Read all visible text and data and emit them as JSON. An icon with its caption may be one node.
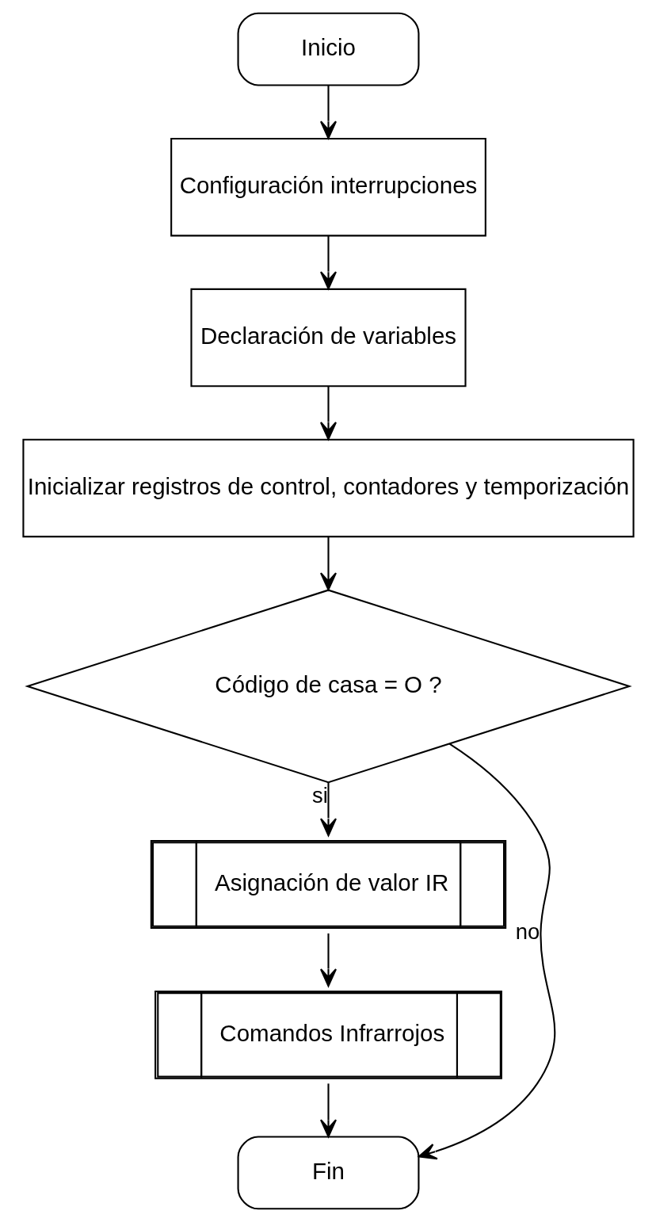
{
  "diagram": {
    "nodes": [
      {
        "text": [
          "Inicio"
        ]
      },
      {
        "text": [
          "Configuración interrupciones"
        ]
      },
      {
        "text": [
          "Declaración de variables"
        ]
      },
      {
        "text": [
          "Inicializar registros de control, contadores y temporización"
        ]
      },
      {
        "text": [
          "Código de casa = O ?"
        ]
      },
      {
        "text": [
          "Asignación de valor IR"
        ]
      },
      {
        "text": [
          "Comandos Infrarrojos"
        ]
      },
      {
        "text": [
          "Fin"
        ]
      }
    ],
    "edges": [
      {
        "from": 0,
        "to": 1,
        "arrow": "to"
      },
      {
        "from": 1,
        "to": 2,
        "arrow": "to"
      },
      {
        "from": 2,
        "to": 3,
        "arrow": "to"
      },
      {
        "from": 3,
        "to": 4,
        "arrow": "to"
      },
      {
        "from": 4,
        "to": 5,
        "arrow": "to",
        "label": "si"
      },
      {
        "from": 5,
        "to": 6,
        "arrow": "to"
      },
      {
        "from": 6,
        "to": 7,
        "arrow": "to"
      },
      {
        "from": 4,
        "to": 7,
        "arrow": "to",
        "label": "no"
      }
    ]
  }
}
